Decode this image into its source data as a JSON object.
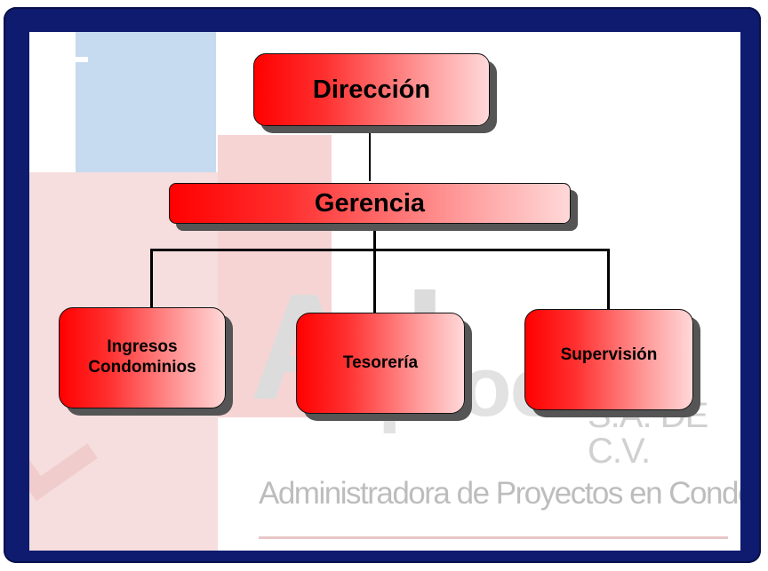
{
  "diagram": {
    "root": {
      "label": "Dirección"
    },
    "manager": {
      "label": "Gerencia"
    },
    "departments": [
      {
        "label": "Ingresos Condominios"
      },
      {
        "label": "Tesorería"
      },
      {
        "label": "Supervisión"
      }
    ]
  },
  "watermark": {
    "brand_part1": "Ad",
    "brand_part2": "procon",
    "company_suffix": "S.A. DE C.V.",
    "tagline": "Administradora de Proyectos en Condominio."
  },
  "colors": {
    "frame": "#0e1b6e",
    "box_fill_start": "#ff0000",
    "box_fill_end": "#ffd8d8",
    "shadow": "#555555"
  }
}
